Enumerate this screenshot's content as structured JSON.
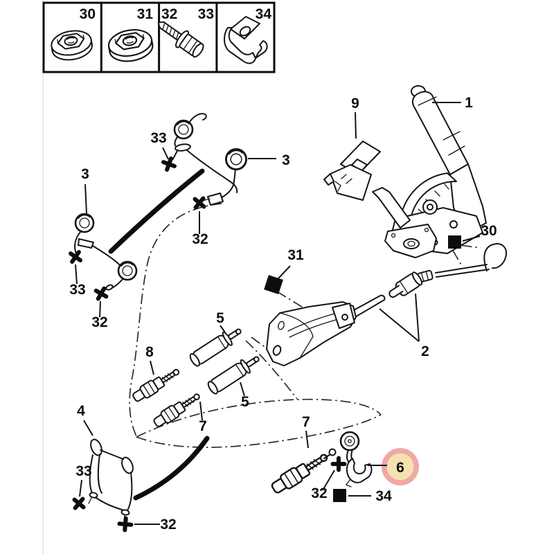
{
  "page": {
    "background": "#ffffff",
    "line_color": "#151515"
  },
  "diagram": {
    "type": "exploded-parts-diagram",
    "subject": "parking brake lever and cables"
  },
  "legend": {
    "cells": [
      {
        "numbers": [
          "30"
        ],
        "part": "flange-nut"
      },
      {
        "numbers": [
          "31"
        ],
        "part": "flange-nut-large"
      },
      {
        "numbers": [
          "32",
          "33"
        ],
        "part": "hex-flange-screw"
      },
      {
        "numbers": [
          "34"
        ],
        "part": "spring-clip"
      }
    ]
  },
  "callouts": {
    "c1": {
      "label": "1"
    },
    "c2": {
      "label": "2"
    },
    "c3_left": {
      "label": "3"
    },
    "c3_right": {
      "label": "3"
    },
    "c4": {
      "label": "4"
    },
    "c5_top": {
      "label": "5"
    },
    "c5_bottom": {
      "label": "5"
    },
    "c6": {
      "label": "6"
    },
    "c7_mid": {
      "label": "7"
    },
    "c7_bottom": {
      "label": "7"
    },
    "c8": {
      "label": "8"
    },
    "c9": {
      "label": "9"
    },
    "c30": {
      "label": "30"
    },
    "c31": {
      "label": "31"
    },
    "c32_top": {
      "label": "32"
    },
    "c32_left": {
      "label": "32"
    },
    "c32_bottom_left": {
      "label": "32"
    },
    "c32_bottom_right": {
      "label": "32"
    },
    "c33_top": {
      "label": "33"
    },
    "c33_left": {
      "label": "33"
    },
    "c33_bottom": {
      "label": "33"
    },
    "c34": {
      "label": "34"
    }
  },
  "highlight": {
    "part": "6",
    "outer_color": "#f0a8a5",
    "inner_color": "#f6e2b0",
    "label_color": "#55470f"
  }
}
